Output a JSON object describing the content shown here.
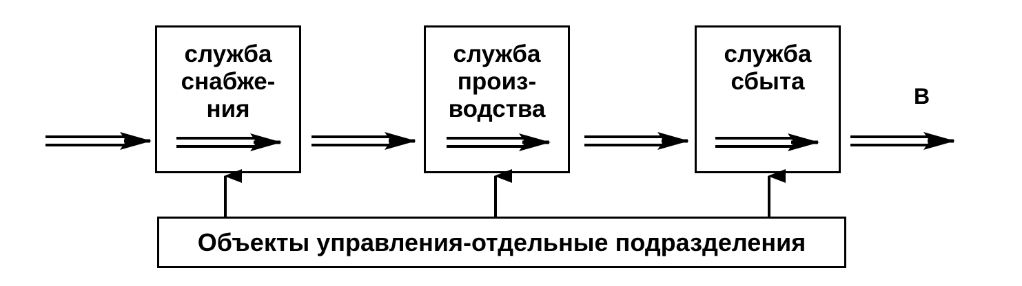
{
  "boxes": [
    {
      "label": "служба\nснабже-\nния"
    },
    {
      "label": "служба\nпроиз-\nводства"
    },
    {
      "label": "служба\nсбыта"
    }
  ],
  "bottom_box": {
    "label": "Объекты управления-отдельные подразделения"
  },
  "output_label": "В"
}
